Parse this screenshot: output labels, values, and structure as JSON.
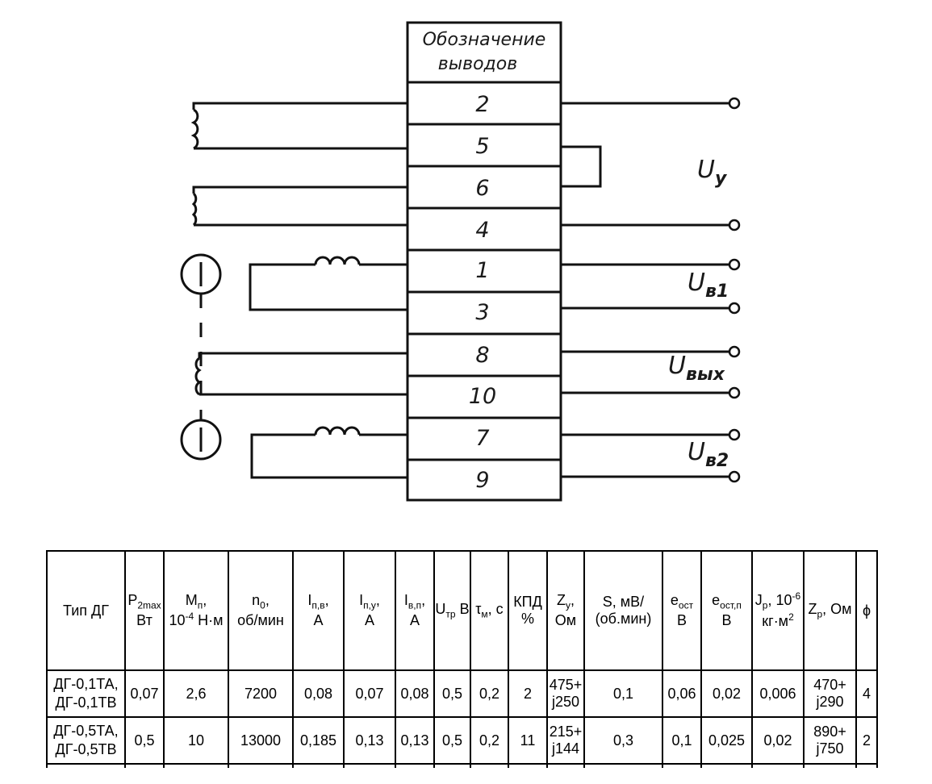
{
  "diagram": {
    "header": [
      "Обозначение",
      "выводов"
    ],
    "terminals": [
      "2",
      "5",
      "6",
      "4",
      "1",
      "3",
      "8",
      "10",
      "7",
      "9"
    ],
    "voltages": {
      "u_y": {
        "main": "U",
        "sub": "у"
      },
      "u_v1": {
        "main": "U",
        "sub": "в1"
      },
      "u_out": {
        "main": "U",
        "sub": "вых"
      },
      "u_v2": {
        "main": "U",
        "sub": "в2"
      }
    }
  },
  "table": {
    "headers": {
      "type": "Тип ДГ",
      "p2max_sym": "P",
      "p2max_sub": "2max",
      "p2max_unit": "Вт",
      "mp_sym": "M",
      "mp_sub": "п",
      "mp_tail": ",",
      "mp_unit_a": "10",
      "mp_unit_sup": "-4",
      "mp_unit_b": " Н·м",
      "n0_sym": "n",
      "n0_sub": "0",
      "n0_tail": ",",
      "n0_unit": "об/мин",
      "ipv_sym": "I",
      "ipv_sub": "п,в",
      "ipv_tail": ",",
      "ipv_unit": "А",
      "ipy_sym": "I",
      "ipy_sub": "п,у",
      "ipy_tail": ",",
      "ipy_unit": "А",
      "ivp_sym": "I",
      "ivp_sub": "в,п",
      "ivp_tail": ",",
      "ivp_unit": "А",
      "utr_sym": "U",
      "utr_sub": "тр",
      "utr_unit": " В",
      "tm_sym": "τ",
      "tm_sub": "м",
      "tm_unit": ", с",
      "kpd": "КПД",
      "kpd_unit": "%",
      "zy_sym": "Z",
      "zy_sub": "у",
      "zy_tail": ",",
      "zy_unit": "Ом",
      "s_a": "S, мВ/",
      "s_b": "(об.мин)",
      "eost_sym": "e",
      "eost_sub": "ост",
      "eost_unit": "В",
      "eostp_sym": "e",
      "eostp_sub": "ост,п",
      "eostp_unit": "В",
      "jp_sym": "J",
      "jp_sub": "р",
      "jp_mid": ", 10",
      "jp_sup": "-6",
      "jp_unit_a": "кг·м",
      "jp_unit_sup": "2",
      "zp_sym": "Z",
      "zp_sub": "р",
      "zp_unit": ", Ом",
      "phi": "ϕ"
    },
    "rows": [
      {
        "name_1": "ДГ-0,1ТА,",
        "name_2": "ДГ-0,1ТВ",
        "p2max": "0,07",
        "mp": "2,6",
        "n0": "7200",
        "ipv": "0,08",
        "ipy": "0,07",
        "ivp": "0,08",
        "utr": "0,5",
        "tm": "0,2",
        "kpd": "2",
        "zy_1": "475+",
        "zy_2": "j250",
        "s": "0,1",
        "eost": "0,06",
        "eostp": "0,02",
        "jp": "0,006",
        "zp_1": "470+",
        "zp_2": "j290",
        "phi": "4"
      },
      {
        "name_1": "ДГ-0,5ТА,",
        "name_2": "ДГ-0,5ТВ",
        "p2max": "0,5",
        "mp": "10",
        "n0": "13000",
        "ipv": "0,185",
        "ipy": "0,13",
        "ivp": "0,13",
        "utr": "0,5",
        "tm": "0,2",
        "kpd": "11",
        "zy_1": "215+",
        "zy_2": "j144",
        "s": "0,3",
        "eost": "0,1",
        "eostp": "0,025",
        "jp": "0,02",
        "zp_1": "890+",
        "zp_2": "j750",
        "phi": "2"
      }
    ]
  }
}
